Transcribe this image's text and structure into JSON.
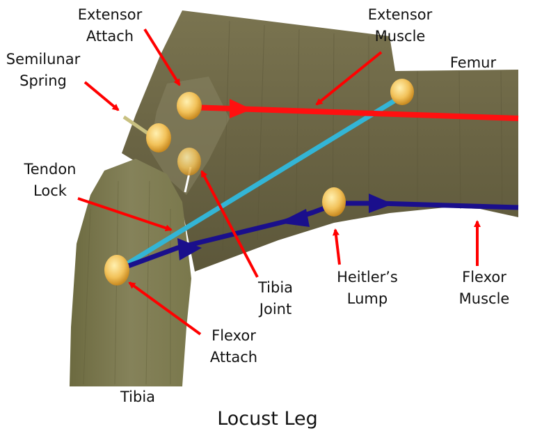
{
  "title": "Locust Leg",
  "labels": {
    "extensor_attach": [
      "Extensor",
      "Attach"
    ],
    "extensor_muscle": [
      "Extensor",
      "Muscle"
    ],
    "femur": "Femur",
    "semilunar_spring": [
      "Semilunar",
      "Spring"
    ],
    "tendon_lock": [
      "Tendon",
      "Lock"
    ],
    "tibia_joint": [
      "Tibia",
      "Joint"
    ],
    "heitlers_lump": [
      "Heitler’s",
      "Lump"
    ],
    "flexor_muscle": [
      "Flexor",
      "Muscle"
    ],
    "flexor_attach": [
      "Flexor",
      "Attach"
    ],
    "tibia": "Tibia"
  },
  "colors": {
    "leg_body": "#6f6a48",
    "leg_dark": "#5a5538",
    "leg_light": "#8a8460",
    "tibia_body": "#7c7a4e",
    "extensor_line": "#ff1010",
    "flexor_line": "#1a0f8c",
    "tibia_line": "#33b5d6",
    "pointer": "#ff0000",
    "node": "#f0c060",
    "spring": "#c8c080"
  }
}
